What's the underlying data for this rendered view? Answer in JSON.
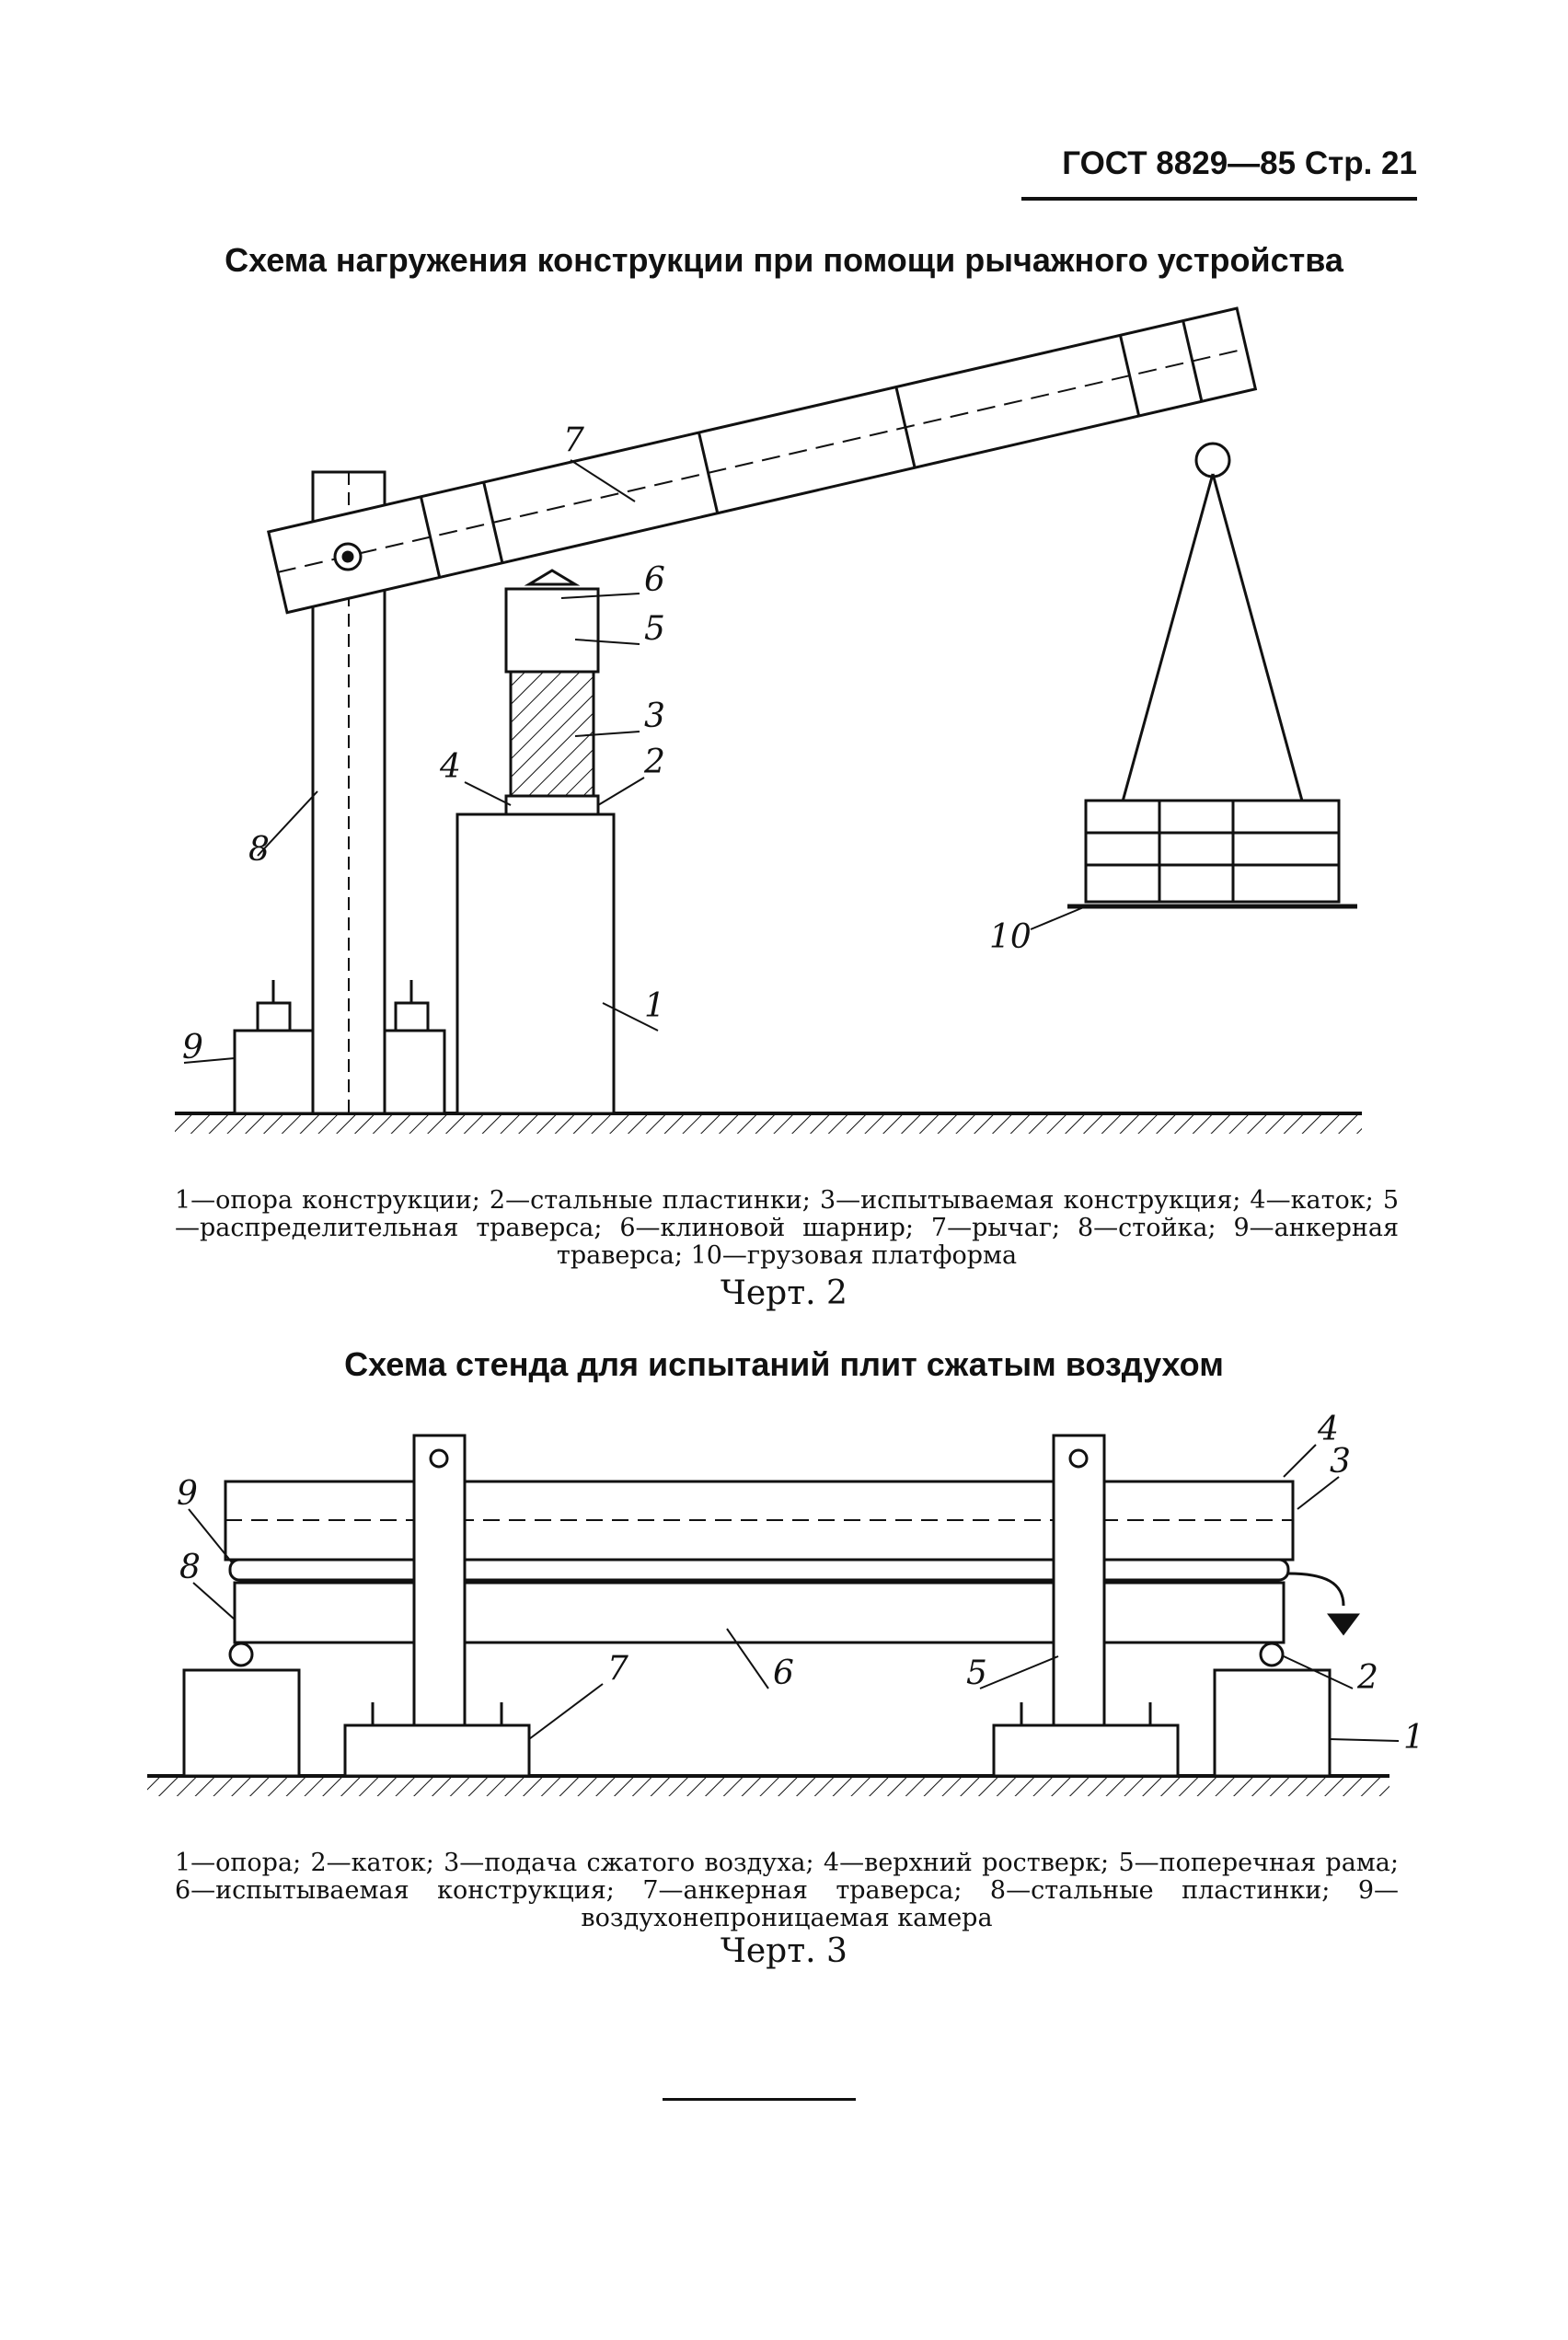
{
  "header": {
    "text": "ГОСТ 8829—85 Стр. 21"
  },
  "figure2": {
    "title": "Схема нагружения конструкции при помощи рычажного устройства",
    "callouts": [
      "7",
      "6",
      "5",
      "3",
      "4",
      "2",
      "8",
      "10",
      "1",
      "9"
    ],
    "caption": "1—опора конструкции; 2—стальные пластинки; 3—испытываемая конструкция; 4—каток; 5—распределительная траверса; 6—клиновой шарнир; 7—рычаг; 8—стойка; 9—анкерная траверса; 10—грузовая платформа",
    "label": "Черт. 2"
  },
  "figure3": {
    "title": "Схема стенда для испытаний плит сжатым воздухом",
    "callouts": [
      "4",
      "3",
      "9",
      "8",
      "2",
      "7",
      "6",
      "5",
      "1"
    ],
    "caption": "1—опора; 2—каток; 3—подача сжатого воздуха; 4—верхний ростверк; 5—поперечная рама; 6—испытываемая конструкция; 7—анкерная траверса; 8—стальные пластинки; 9—воздухонепроницаемая камера",
    "label": "Черт. 3"
  }
}
